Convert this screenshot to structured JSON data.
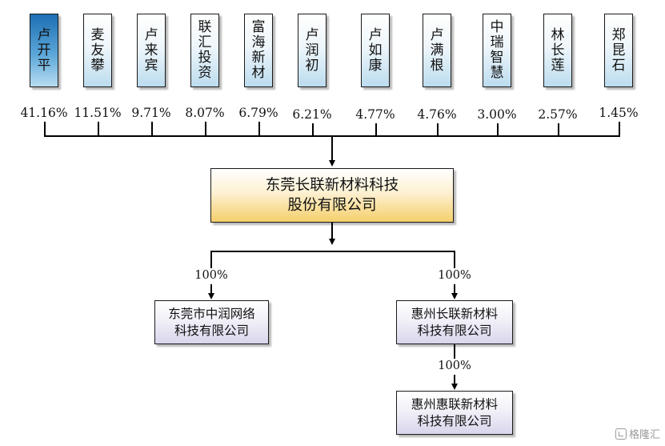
{
  "shareholders": [
    {
      "name": "卢开平",
      "pct": "41.16%"
    },
    {
      "name": "麦友攀",
      "pct": "11.51%"
    },
    {
      "name": "卢来宾",
      "pct": "9.71%"
    },
    {
      "name": "联汇投资",
      "pct": "8.07%"
    },
    {
      "name": "富海新材",
      "pct": "6.79%"
    },
    {
      "name": "卢润初",
      "pct": "6.21%"
    },
    {
      "name": "卢如康",
      "pct": "4.77%"
    },
    {
      "name": "卢满根",
      "pct": "4.76%"
    },
    {
      "name": "中瑞智慧",
      "pct": "3.00%"
    },
    {
      "name": "林长莲",
      "pct": "2.57%"
    },
    {
      "name": "郑昆石",
      "pct": "1.45%"
    }
  ],
  "main_company": {
    "line1": "东莞长联新材料科技",
    "line2": "股份有限公司"
  },
  "subsidiaries": [
    {
      "line1": "东莞市中润网络",
      "line2": "科技有限公司",
      "pct": "100%"
    },
    {
      "line1": "惠州长联新材料",
      "line2": "科技有限公司",
      "pct": "100%"
    },
    {
      "line1": "惠州惠联新材料",
      "line2": "科技有限公司",
      "pct": "100%"
    }
  ],
  "watermark": "格隆汇"
}
